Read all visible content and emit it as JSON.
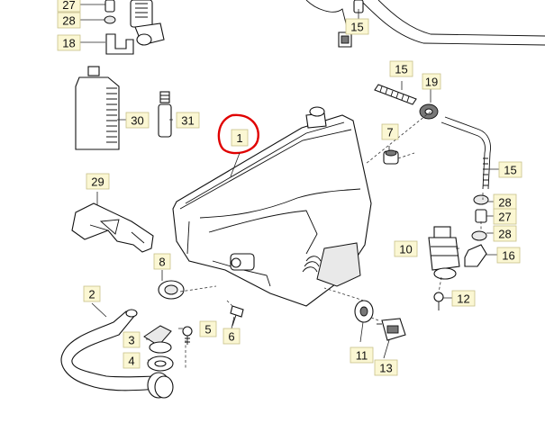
{
  "callouts": [
    {
      "label": "27"
    },
    {
      "label": "28"
    },
    {
      "label": "18"
    },
    {
      "label": "15"
    },
    {
      "label": "30"
    },
    {
      "label": "31"
    },
    {
      "label": "1"
    },
    {
      "label": "15"
    },
    {
      "label": "19"
    },
    {
      "label": "7"
    },
    {
      "label": "15"
    },
    {
      "label": "29"
    },
    {
      "label": "28"
    },
    {
      "label": "27"
    },
    {
      "label": "28"
    },
    {
      "label": "10"
    },
    {
      "label": "16"
    },
    {
      "label": "8"
    },
    {
      "label": "2"
    },
    {
      "label": "12"
    },
    {
      "label": "3"
    },
    {
      "label": "5"
    },
    {
      "label": "6"
    },
    {
      "label": "4"
    },
    {
      "label": "11"
    },
    {
      "label": "13"
    }
  ],
  "highlight": {
    "color": "#e00000"
  }
}
